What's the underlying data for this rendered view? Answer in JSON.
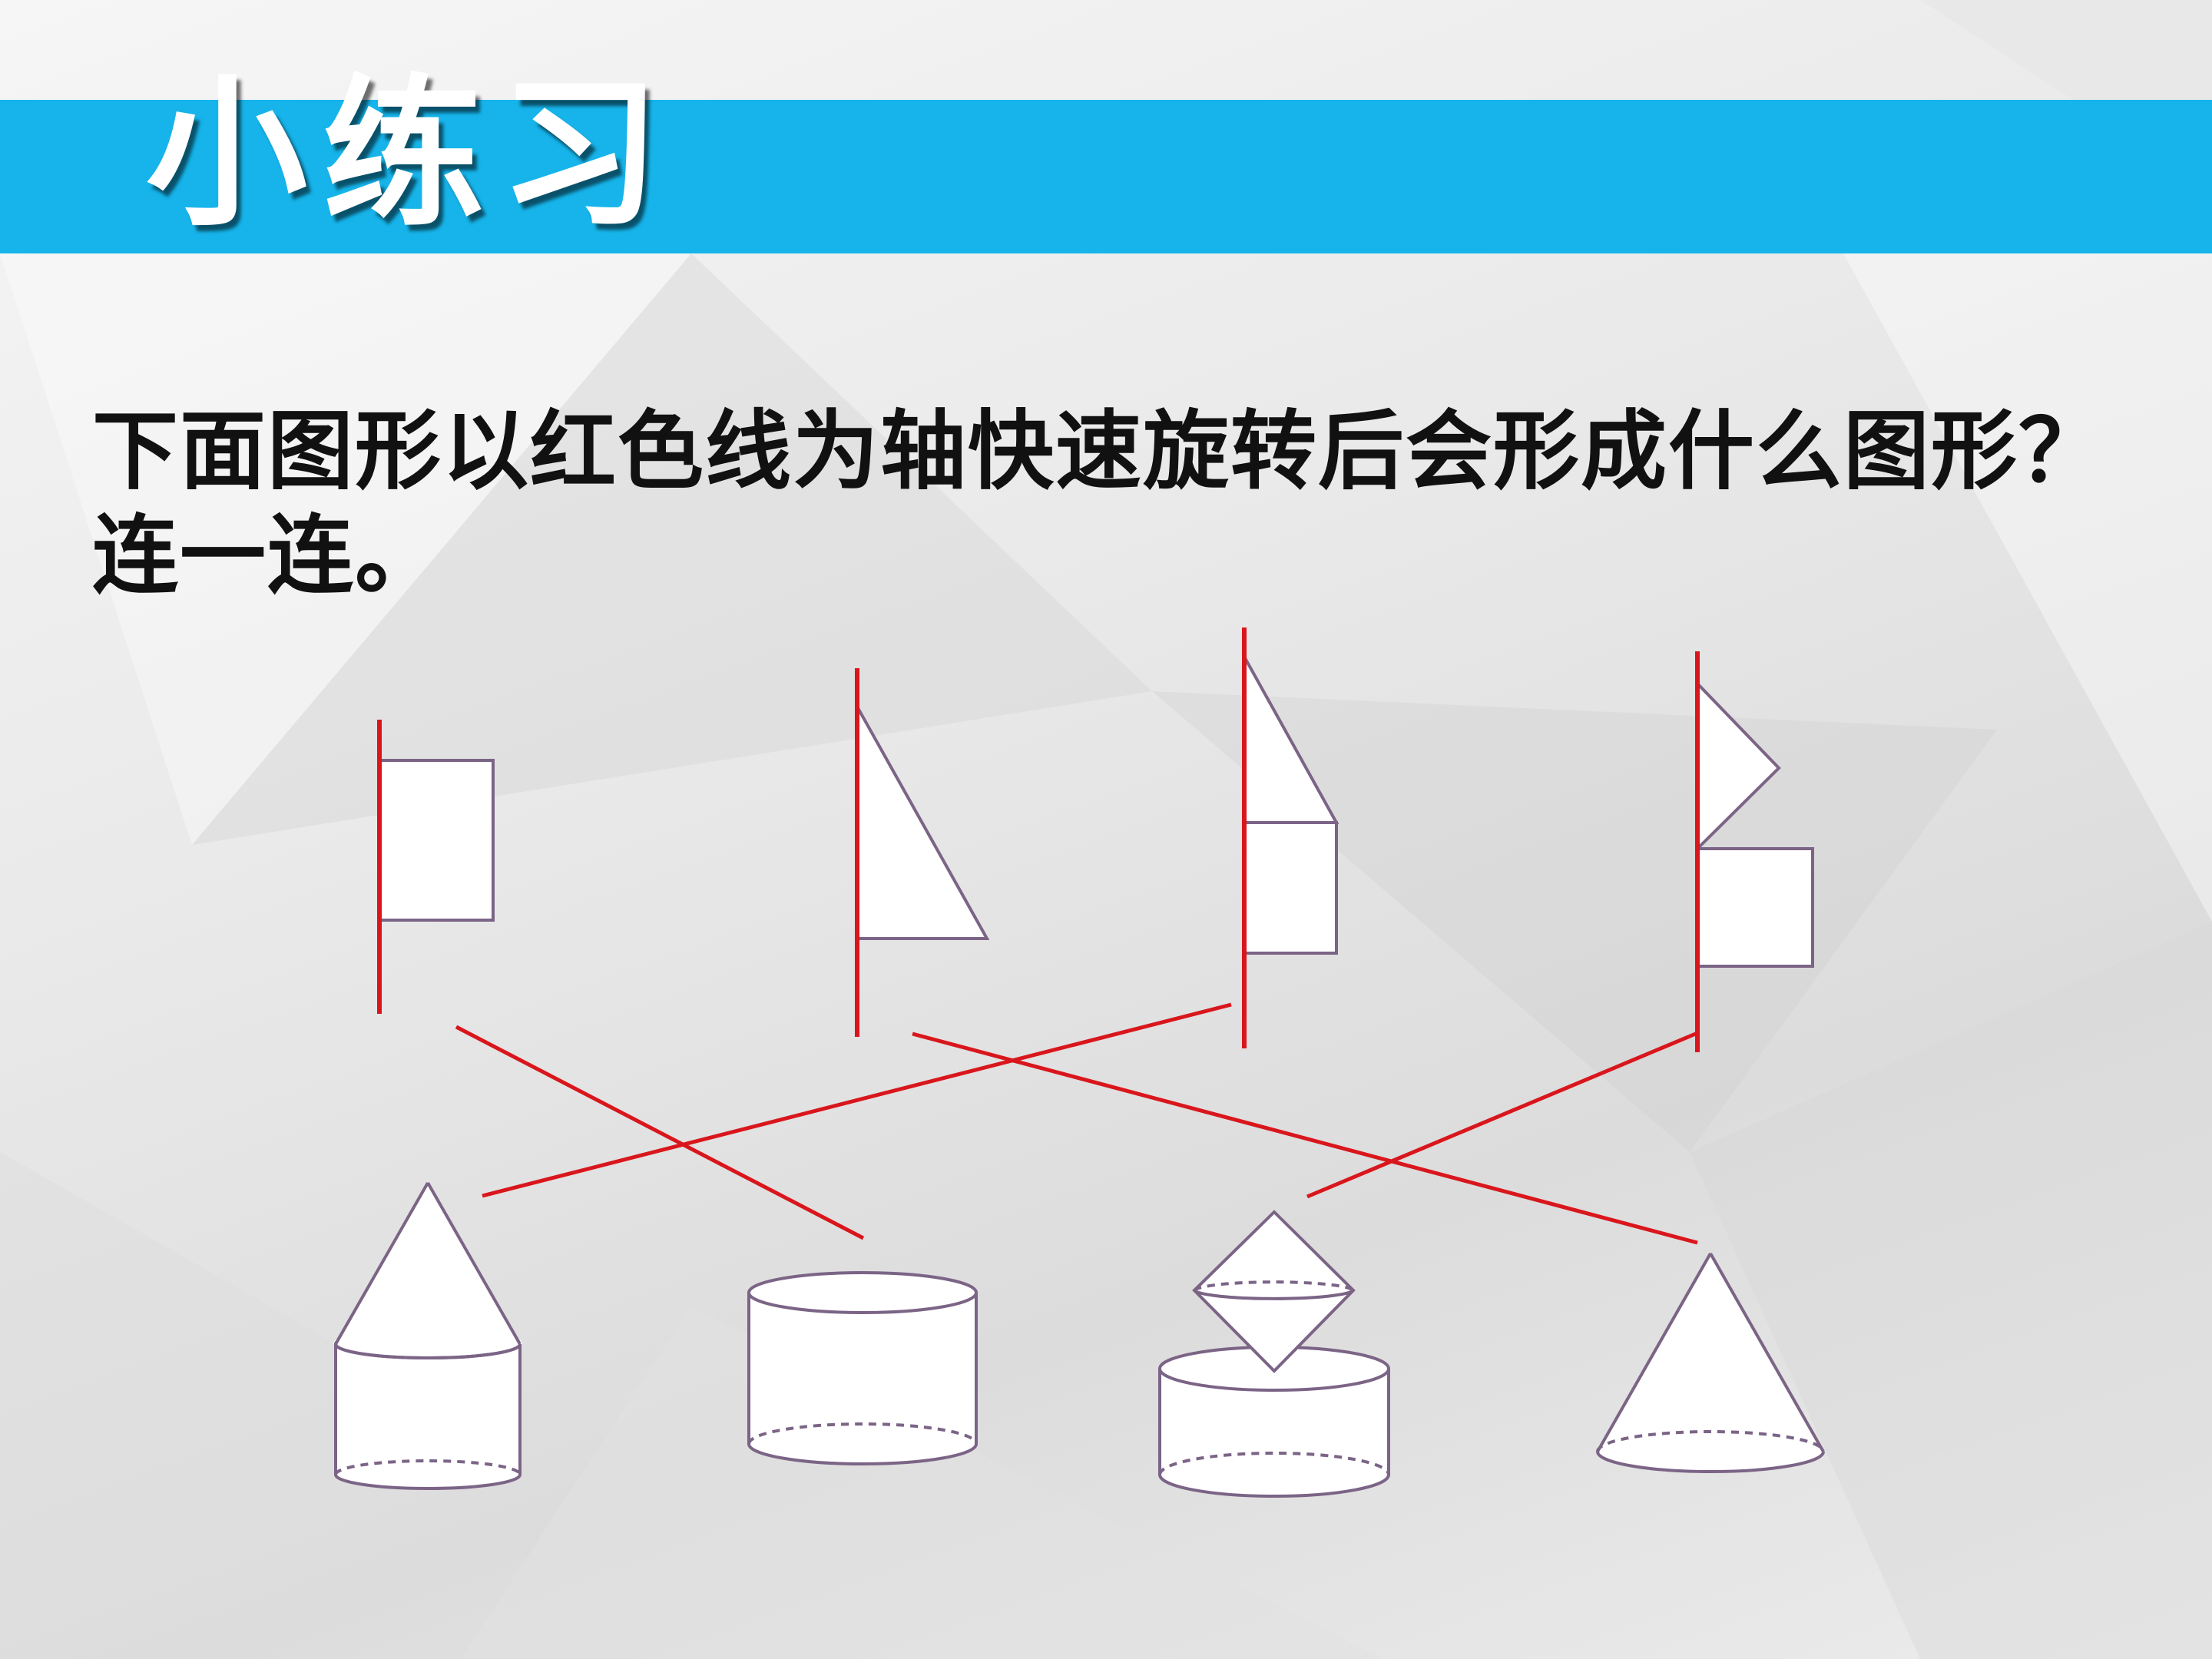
{
  "slide": {
    "title": "小练习",
    "question_line1": "下面图形以红色线为轴快速旋转后会形成什么图形？",
    "question_line2": "连一连。"
  },
  "colors": {
    "title_bar": "#16b4ea",
    "title_text": "#ffffff",
    "axis_and_connector": "#d9161c",
    "shape_outline": "#7b6486",
    "question_text": "#111111"
  },
  "figures": {
    "top_row": [
      "rectangle-on-axis",
      "right-triangle-on-axis",
      "triangle-over-rectangle-on-axis",
      "triangle-over-rectangle-offset-on-axis"
    ],
    "bottom_row": [
      "cone-on-cylinder",
      "cylinder",
      "double-cone-over-cylinder",
      "cone"
    ]
  }
}
